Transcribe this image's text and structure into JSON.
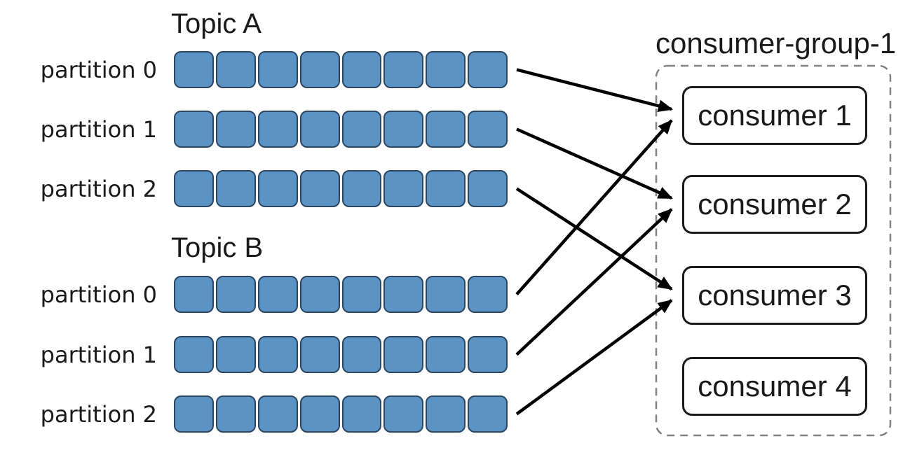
{
  "topics": [
    {
      "name": "Topic A",
      "cells_per_partition": 8,
      "partitions": [
        {
          "label": "partition 0"
        },
        {
          "label": "partition 1"
        },
        {
          "label": "partition 2"
        }
      ]
    },
    {
      "name": "Topic B",
      "cells_per_partition": 8,
      "partitions": [
        {
          "label": "partition 0"
        },
        {
          "label": "partition 1"
        },
        {
          "label": "partition 2"
        }
      ]
    }
  ],
  "consumer_group": {
    "label": "consumer-group-1",
    "consumers": [
      {
        "label": "consumer 1"
      },
      {
        "label": "consumer 2"
      },
      {
        "label": "consumer 3"
      },
      {
        "label": "consumer 4"
      }
    ]
  },
  "connections": [
    {
      "topic": 0,
      "partition": 0,
      "consumer": 0,
      "label": "Topic A partition 0 to consumer 1"
    },
    {
      "topic": 0,
      "partition": 1,
      "consumer": 1,
      "label": "Topic A partition 1 to consumer 2"
    },
    {
      "topic": 0,
      "partition": 2,
      "consumer": 2,
      "label": "Topic A partition 2 to consumer 3"
    },
    {
      "topic": 1,
      "partition": 0,
      "consumer": 0,
      "label": "Topic B partition 0 to consumer 1"
    },
    {
      "topic": 1,
      "partition": 1,
      "consumer": 1,
      "label": "Topic B partition 1 to consumer 2"
    },
    {
      "topic": 1,
      "partition": 2,
      "consumer": 2,
      "label": "Topic B partition 2 to consumer 3"
    }
  ],
  "colors": {
    "background": "#ffffff",
    "cell_fill": "#5b93c5",
    "cell_border": "#2b4660",
    "arrow": "#000000",
    "consumer_border": "#1a1a1a",
    "group_border": "#828282",
    "text": "#1a1a1a"
  }
}
